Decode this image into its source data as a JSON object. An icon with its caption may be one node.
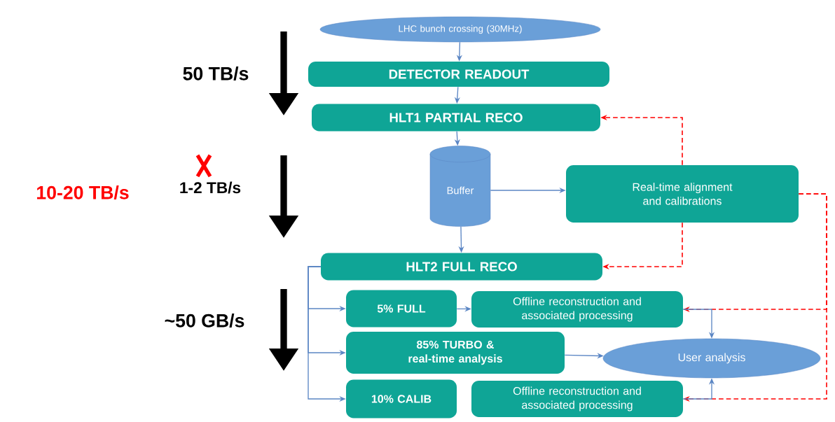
{
  "diagram": {
    "nodes": [
      {
        "text": [
          "LHC bunch crossing (30MHz)"
        ]
      },
      {
        "text": [
          "DETECTOR READOUT"
        ]
      },
      {
        "text": [
          "HLT1 PARTIAL RECO"
        ]
      },
      {
        "text": [
          "Buffer"
        ]
      },
      {
        "text": [
          "Real-time alignment and calibrations"
        ]
      },
      {
        "text": [
          "HLT2 FULL RECO"
        ]
      },
      {
        "text": [
          "5% FULL"
        ]
      },
      {
        "text": [
          "Offline reconstruction and associated processing"
        ]
      },
      {
        "text": [
          "85% TURBO & real-time analysis"
        ]
      },
      {
        "text": [
          "User analysis"
        ]
      },
      {
        "text": [
          "10% CALIB"
        ]
      },
      {
        "text": [
          "Offline reconstruction and associated processing"
        ]
      }
    ],
    "edges": [
      {
        "from": 0,
        "to": 1,
        "arrow": "to"
      },
      {
        "from": 1,
        "to": 2,
        "arrow": "to"
      },
      {
        "from": 2,
        "to": 3,
        "arrow": "to"
      },
      {
        "from": 3,
        "to": 4,
        "arrow": "to"
      },
      {
        "from": 3,
        "to": 5,
        "arrow": "to"
      },
      {
        "from": 4,
        "to": 2,
        "arrow": "to",
        "style": "dashed",
        "color": "#ff0000"
      },
      {
        "from": 4,
        "to": 5,
        "arrow": "to",
        "style": "dashed",
        "color": "#ff0000"
      },
      {
        "from": 4,
        "to": 7,
        "arrow": "to",
        "style": "dashed",
        "color": "#ff0000"
      },
      {
        "from": 4,
        "to": 11,
        "arrow": "to",
        "style": "dashed",
        "color": "#ff0000"
      },
      {
        "from": 5,
        "to": 6,
        "arrow": "to"
      },
      {
        "from": 5,
        "to": 8,
        "arrow": "to"
      },
      {
        "from": 5,
        "to": 10,
        "arrow": "to"
      },
      {
        "from": 6,
        "to": 7,
        "arrow": "to"
      },
      {
        "from": 8,
        "to": 9,
        "arrow": "to"
      },
      {
        "from": 7,
        "to": 9,
        "arrow": "to"
      },
      {
        "from": 11,
        "to": 9,
        "arrow": "to"
      }
    ],
    "labels": [
      "50 TB/s",
      "10-20 TB/s",
      "1-2 TB/s",
      "~50 GB/s"
    ]
  }
}
